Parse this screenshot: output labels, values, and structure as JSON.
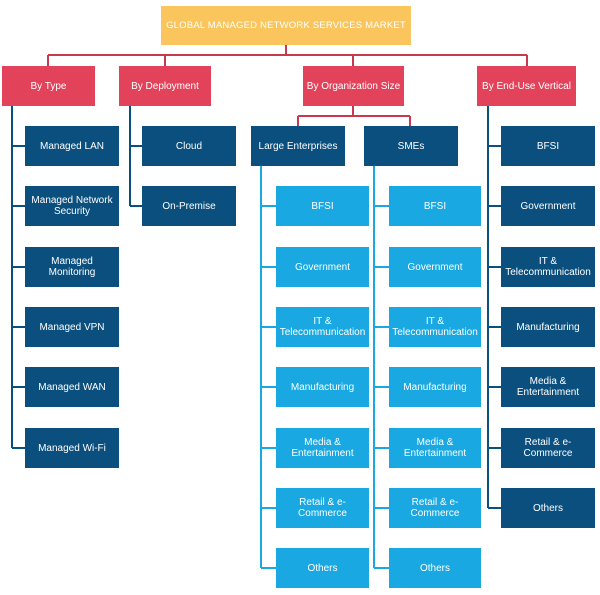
{
  "root": "GLOBAL MANAGED NETWORK SERVICES MARKET",
  "categories": {
    "type": "By Type",
    "deployment": "By Deployment",
    "org_size": "By Organization Size",
    "vertical": "By End-Use Vertical"
  },
  "type_items": [
    "Managed LAN",
    "Managed Network\nSecurity",
    "Managed\nMonitoring",
    "Managed VPN",
    "Managed WAN",
    "Managed Wi-Fi"
  ],
  "deployment_items": [
    "Cloud",
    "On-Premise"
  ],
  "org_sizes": [
    "Large Enterprises",
    "SMEs"
  ],
  "large_enterprise_items": [
    "BFSI",
    "Government",
    "IT &\nTelecommunication",
    "Manufacturing",
    "Media &\nEntertainment",
    "Retail & e-\nCommerce",
    "Others"
  ],
  "sme_items": [
    "BFSI",
    "Government",
    "IT &\nTelecommunication",
    "Manufacturing",
    "Media &\nEntertainment",
    "Retail & e-\nCommerce",
    "Others"
  ],
  "vertical_items": [
    "BFSI",
    "Government",
    "IT &\nTelecommunication",
    "Manufacturing",
    "Media &\nEntertainment",
    "Retail & e-\nCommerce",
    "Others"
  ],
  "colors": {
    "root": "#f9c55c",
    "category": "#e2435b",
    "leaf_dark": "#0b4f7e",
    "leaf_light": "#19a8e1",
    "connector_red": "#c9394d",
    "connector_navy": "#0b4f7e",
    "connector_blue": "#19a8e1"
  }
}
